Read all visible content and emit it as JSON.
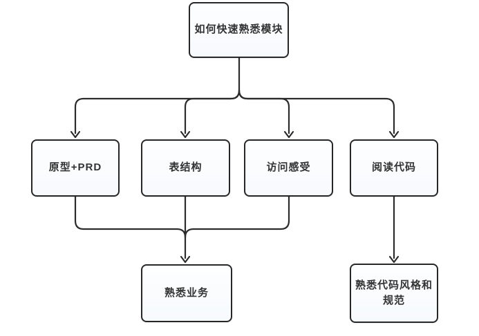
{
  "diagram": {
    "type": "flowchart",
    "nodes": {
      "root": {
        "label": "如何快速熟悉模块"
      },
      "prototype_prd": {
        "label": "原型+PRD"
      },
      "table_structure": {
        "label": "表结构"
      },
      "access_experience": {
        "label": "访问感受"
      },
      "read_code": {
        "label": "阅读代码"
      },
      "business": {
        "label": "熟悉业务"
      },
      "code_style": {
        "label": "熟悉代码风格和规范"
      }
    },
    "edges": [
      {
        "from": "root",
        "to": "prototype_prd"
      },
      {
        "from": "root",
        "to": "table_structure"
      },
      {
        "from": "root",
        "to": "access_experience"
      },
      {
        "from": "root",
        "to": "read_code"
      },
      {
        "from": "prototype_prd",
        "to": "business"
      },
      {
        "from": "table_structure",
        "to": "business"
      },
      {
        "from": "access_experience",
        "to": "business"
      },
      {
        "from": "read_code",
        "to": "code_style"
      }
    ]
  },
  "theme": {
    "background": "#ffffff",
    "node_fill": "#f7fafd",
    "node_fill_top": "#fdfeff",
    "node_border": "#262626",
    "line_color": "#2b2b2b",
    "text_color": "#333333"
  }
}
